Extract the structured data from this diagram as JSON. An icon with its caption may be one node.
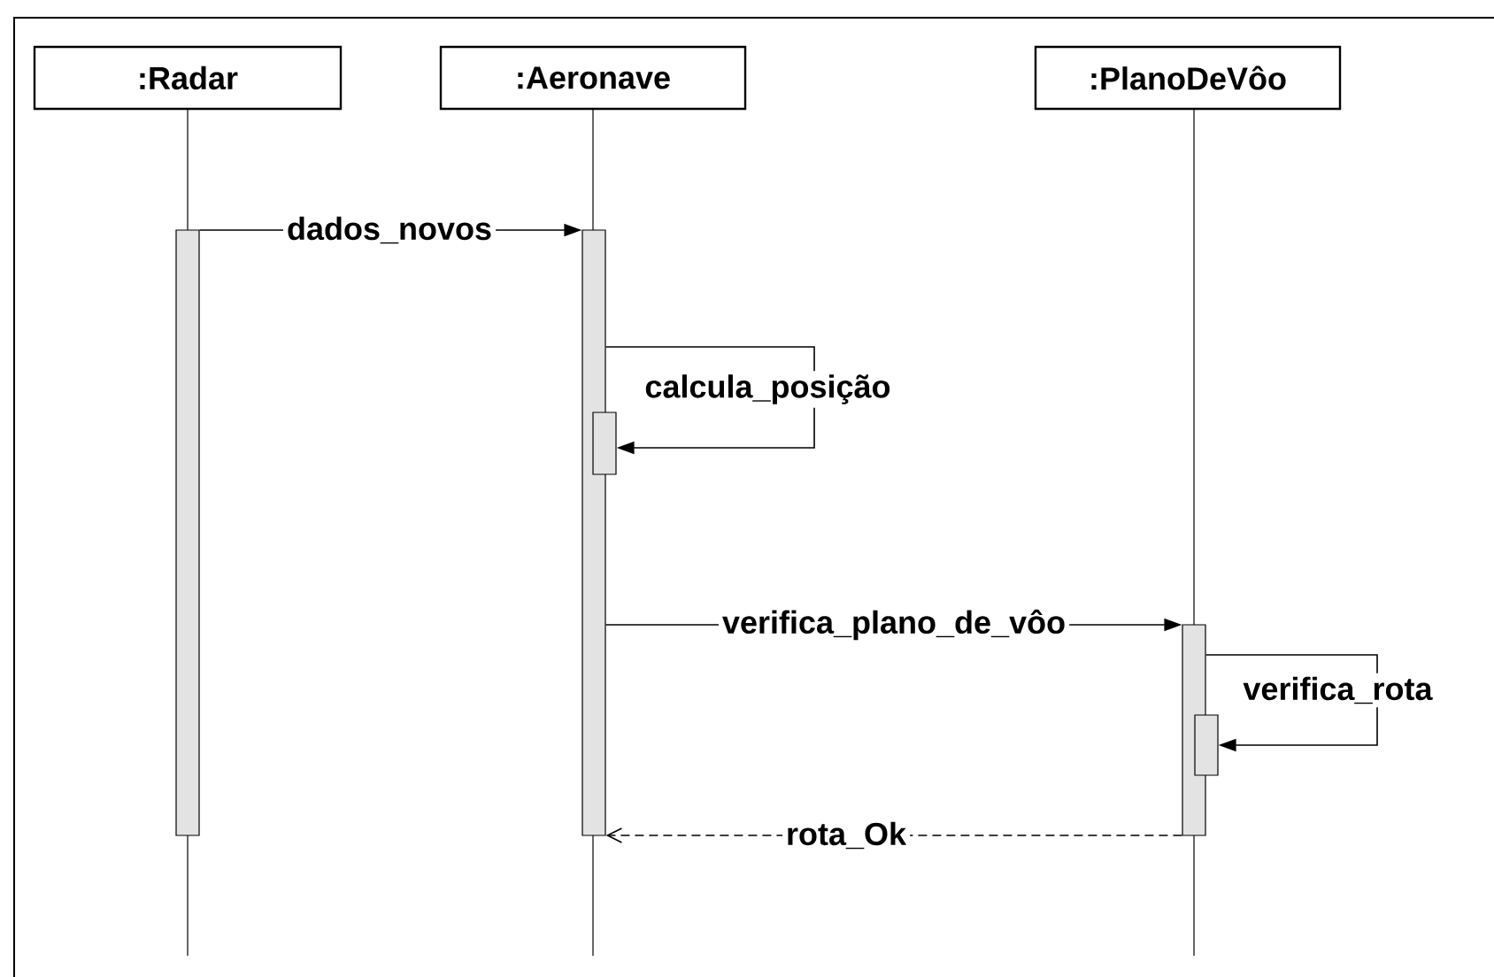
{
  "diagram": {
    "nodes": [
      {
        "text": [
          ":Radar"
        ]
      },
      {
        "text": [
          ":Aeronave"
        ]
      },
      {
        "text": [
          ":PlanoDeVôo"
        ]
      },
      {
        "text": [],
        "shape": "bar"
      },
      {
        "text": [],
        "shape": "bar"
      },
      {
        "text": [],
        "shape": "bar"
      },
      {
        "text": [],
        "shape": "bar"
      },
      {
        "text": [],
        "shape": "bar"
      }
    ],
    "edges": [
      {
        "from": 3,
        "to": 4,
        "arrow": "to",
        "label": "dados_novos"
      },
      {
        "from": 4,
        "to": 5,
        "arrow": "to",
        "label": "calcula_posição"
      },
      {
        "from": 4,
        "to": 6,
        "arrow": "to",
        "label": "verifica_plano_de_vôo"
      },
      {
        "from": 6,
        "to": 7,
        "arrow": "to",
        "label": "verifica_rota"
      },
      {
        "from": 6,
        "to": 4,
        "arrow": "to",
        "label": "rota_Ok",
        "style": "dashed"
      }
    ]
  }
}
